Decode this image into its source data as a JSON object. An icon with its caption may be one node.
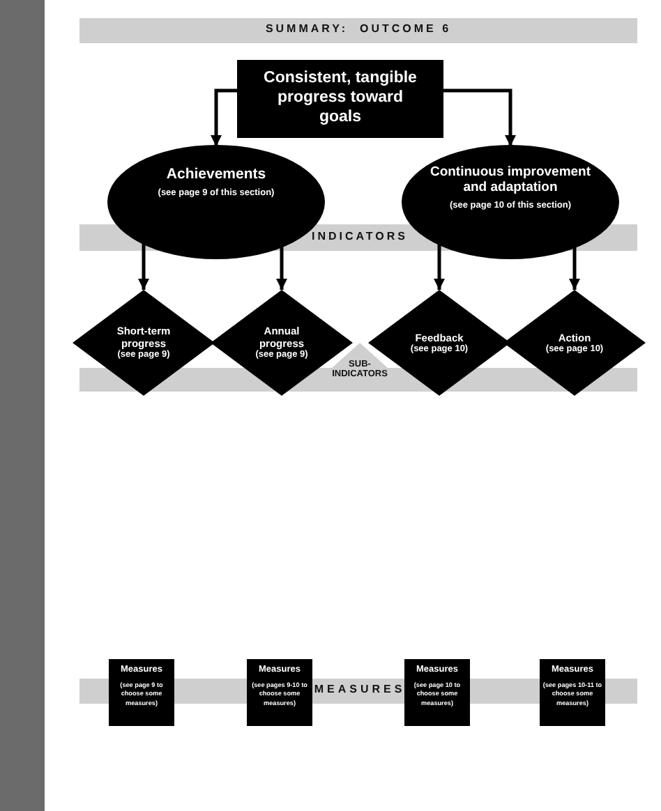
{
  "diagram": {
    "title": "SUMMARY:  OUTCOME 6",
    "nodes": [
      {
        "text": [
          "Consistent, tangible progress toward goals"
        ]
      },
      {
        "text": [
          "Achievements",
          "(see page 9 of this section)"
        ]
      },
      {
        "text": [
          "Continuous improvement and adaptation",
          "(see page 10 of this section)"
        ]
      },
      {
        "text": [
          "Short-term progress",
          "(see page 9)"
        ]
      },
      {
        "text": [
          "Annual progress",
          "(see page 9)"
        ]
      },
      {
        "text": [
          "Feedback",
          "(see page 10)"
        ]
      },
      {
        "text": [
          "Action",
          "(see page 10)"
        ]
      },
      {
        "text": [
          "Measures",
          "(see page 9 to choose some measures)"
        ]
      },
      {
        "text": [
          "Measures",
          "(see pages 9-10 to choose some measures)"
        ]
      },
      {
        "text": [
          "Measures",
          "(see page 10 to choose some measures)"
        ]
      },
      {
        "text": [
          "Measures",
          "(see pages 10-11 to choose some measures)"
        ]
      }
    ],
    "edges": [
      {
        "from": 0,
        "to": 1,
        "arrow": "to"
      },
      {
        "from": 0,
        "to": 2,
        "arrow": "to"
      },
      {
        "from": 1,
        "to": 3,
        "arrow": "to"
      },
      {
        "from": 1,
        "to": 4,
        "arrow": "to"
      },
      {
        "from": 2,
        "to": 5,
        "arrow": "to"
      },
      {
        "from": 2,
        "to": 6,
        "arrow": "to"
      }
    ],
    "labels": [
      "INDICATORS",
      "SUB-INDICATORS",
      "MEASURES"
    ]
  }
}
